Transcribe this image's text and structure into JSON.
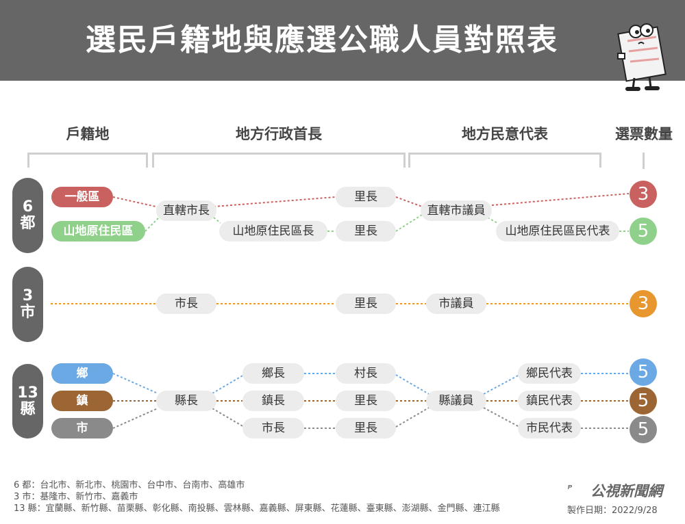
{
  "title": "選民戶籍地與應選公職人員對照表",
  "columns": {
    "residence": "戶籍地",
    "executive": "地方行政首長",
    "representative": "地方民意代表",
    "ballots": "選票數量"
  },
  "colors": {
    "header_bg": "#666666",
    "general": "#c8615f",
    "indigenous": "#8fd18b",
    "city": "#e8962e",
    "township": "#6aa9e3",
    "town": "#9c6534",
    "county_city": "#8a8a8a",
    "pill_bg": "#ececec"
  },
  "groups": {
    "six": {
      "line1": "6",
      "line2": "都"
    },
    "three": {
      "line1": "3",
      "line2": "市"
    },
    "thirteen": {
      "line1": "13",
      "line2": "縣"
    }
  },
  "six": {
    "general_district": "一般區",
    "indigenous_district": "山地原住民區",
    "municipal_mayor": "直轄市長",
    "indigenous_district_chief": "山地原住民區長",
    "village_chief_1": "里長",
    "village_chief_2": "里長",
    "municipal_councilor": "直轄市議員",
    "indigenous_district_rep": "山地原住民區民代表",
    "ballots_general": "3",
    "ballots_indigenous": "5"
  },
  "three": {
    "mayor": "市長",
    "village_chief": "里長",
    "city_councilor": "市議員",
    "ballots": "3"
  },
  "thirteen": {
    "township": "鄉",
    "town": "鎮",
    "city": "市",
    "county_magistrate": "縣長",
    "township_chief": "鄉長",
    "town_chief": "鎮長",
    "city_mayor": "市長",
    "village_chief_rural": "村長",
    "village_chief_town": "里長",
    "village_chief_city": "里長",
    "county_councilor": "縣議員",
    "township_rep": "鄉民代表",
    "town_rep": "鎮民代表",
    "city_rep": "市民代表",
    "ballots_township": "5",
    "ballots_town": "5",
    "ballots_city": "5"
  },
  "notes": [
    "6 都：台北市、新北市、桃園市、台中市、台南市、高雄市",
    "3 市：基隆市、新竹市、嘉義市",
    "13 縣：宜蘭縣、新竹縣、苗栗縣、彰化縣、南投縣、雲林縣、嘉義縣、屏東縣、花蓮縣、臺東縣、澎湖縣、金門縣、連江縣"
  ],
  "brand": "公視新聞網",
  "made_date": "製作日期：2022/9/28",
  "icons": [
    "mascot-icon",
    "pts-logo-icon"
  ]
}
